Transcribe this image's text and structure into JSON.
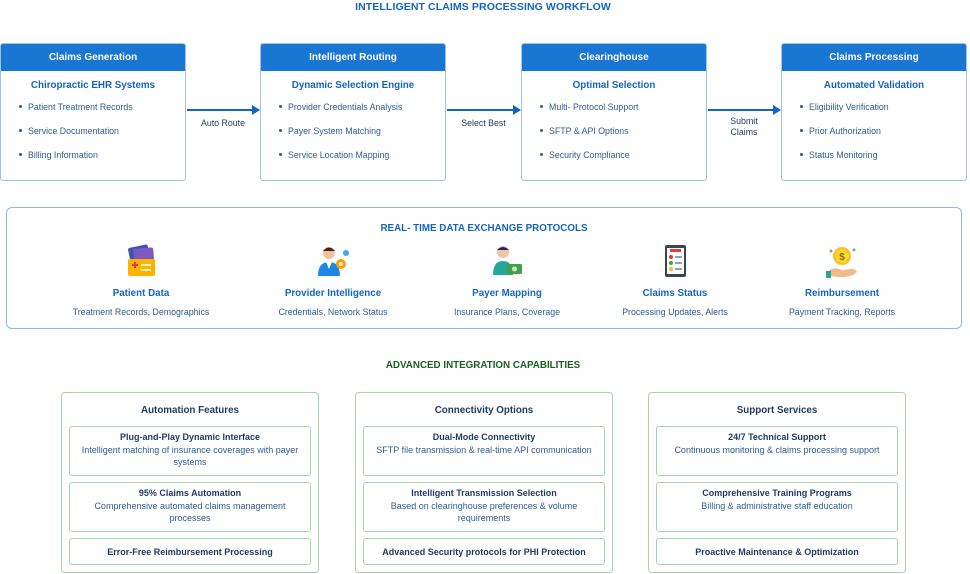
{
  "title": "INTELLIGENT CLAIMS PROCESSING WORKFLOW",
  "workflow": {
    "stages": [
      {
        "header": "Claims Generation",
        "subtitle": "Chiropractic EHR Systems",
        "items": [
          "Patient Treatment Records",
          "Service Documentation",
          "Billing Information"
        ]
      },
      {
        "header": "Intelligent Routing",
        "subtitle": "Dynamic Selection Engine",
        "items": [
          "Provider Credentials Analysis",
          "Payer System Matching",
          "Service Location Mapping"
        ]
      },
      {
        "header": "Clearinghouse",
        "subtitle": "Optimal Selection",
        "items": [
          "Multi- Protocol Support",
          "SFTP & API Options",
          "Security Compliance"
        ]
      },
      {
        "header": "Claims Processing",
        "subtitle": "Automated Validation",
        "items": [
          "Eligibility Verification",
          "Prior Authorization",
          "Status Monitoring"
        ]
      }
    ],
    "arrows": [
      "Auto Route",
      "Select Best",
      "Submit",
      "Claims"
    ]
  },
  "realtime": {
    "title": "REAL- TIME DATA EXCHANGE PROTOCOLS",
    "items": [
      {
        "icon": "patient-data-icon",
        "label": "Patient Data",
        "desc": "Treatment Records, Demographics"
      },
      {
        "icon": "provider-intelligence-icon",
        "label": "Provider Intelligence",
        "desc": "Credentials, Network Status"
      },
      {
        "icon": "payer-mapping-icon",
        "label": "Payer Mapping",
        "desc": "Insurance Plans, Coverage"
      },
      {
        "icon": "claims-status-icon",
        "label": "Claims Status",
        "desc": "Processing Updates, Alerts"
      },
      {
        "icon": "reimbursement-icon",
        "label": "Reimbursement",
        "desc": "Payment Tracking, Reports"
      }
    ]
  },
  "advanced": {
    "title": "ADVANCED INTEGRATION CAPABILITIES",
    "panels": [
      {
        "title": "Automation Features",
        "features": [
          {
            "title": "Plug-and-Play Dynamic Interface",
            "desc": "Intelligent matching of insurance coverages with payer systems"
          },
          {
            "title": "95% Claims Automation",
            "desc": "Comprehensive automated claims management processes"
          },
          {
            "title": "Error-Free Reimbursement Processing",
            "desc": ""
          }
        ]
      },
      {
        "title": "Connectivity Options",
        "features": [
          {
            "title": "Dual-Mode Connectivity",
            "desc": "SFTP file transmission & real-time API communication"
          },
          {
            "title": "Intelligent Transmission Selection",
            "desc": "Based on clearinghouse preferences & volume requirements"
          },
          {
            "title": "Advanced Security protocols for PHI Protection",
            "desc": ""
          }
        ]
      },
      {
        "title": "Support Services",
        "features": [
          {
            "title": "24/7 Technical Support",
            "desc": "Continuous monitoring & claims processing support"
          },
          {
            "title": "Comprehensive Training Programs",
            "desc": "Billing & administrative staff education"
          },
          {
            "title": "Proactive Maintenance & Optimization",
            "desc": ""
          }
        ]
      }
    ]
  },
  "colors": {
    "primary_blue": "#1976d2",
    "title_blue": "#1565c0",
    "panel_green_border": "#a5d6a7",
    "section_green": "#1b5e20"
  }
}
